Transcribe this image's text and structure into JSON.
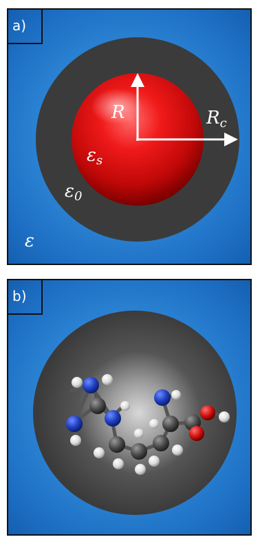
{
  "panel_a": {
    "label": "a)",
    "symbols": {
      "R": {
        "main": "R",
        "sub": ""
      },
      "R_c": {
        "main": "R",
        "sub": "c"
      },
      "eps_s": {
        "main": "ε",
        "sub": "s"
      },
      "eps_0": {
        "main": "ε",
        "sub": "0"
      },
      "eps": {
        "main": "ε",
        "sub": ""
      }
    },
    "colors": {
      "background": "#2f87d6",
      "cavity": "#3b3b3b",
      "sphere": "#e01010"
    }
  },
  "panel_b": {
    "label": "b)",
    "colors": {
      "cavity": "#3b3b3b",
      "carbon": "#4a4a4a",
      "nitrogen": "#1f3fc0",
      "oxygen": "#d01010",
      "hydrogen": "#e8e8e8"
    }
  }
}
